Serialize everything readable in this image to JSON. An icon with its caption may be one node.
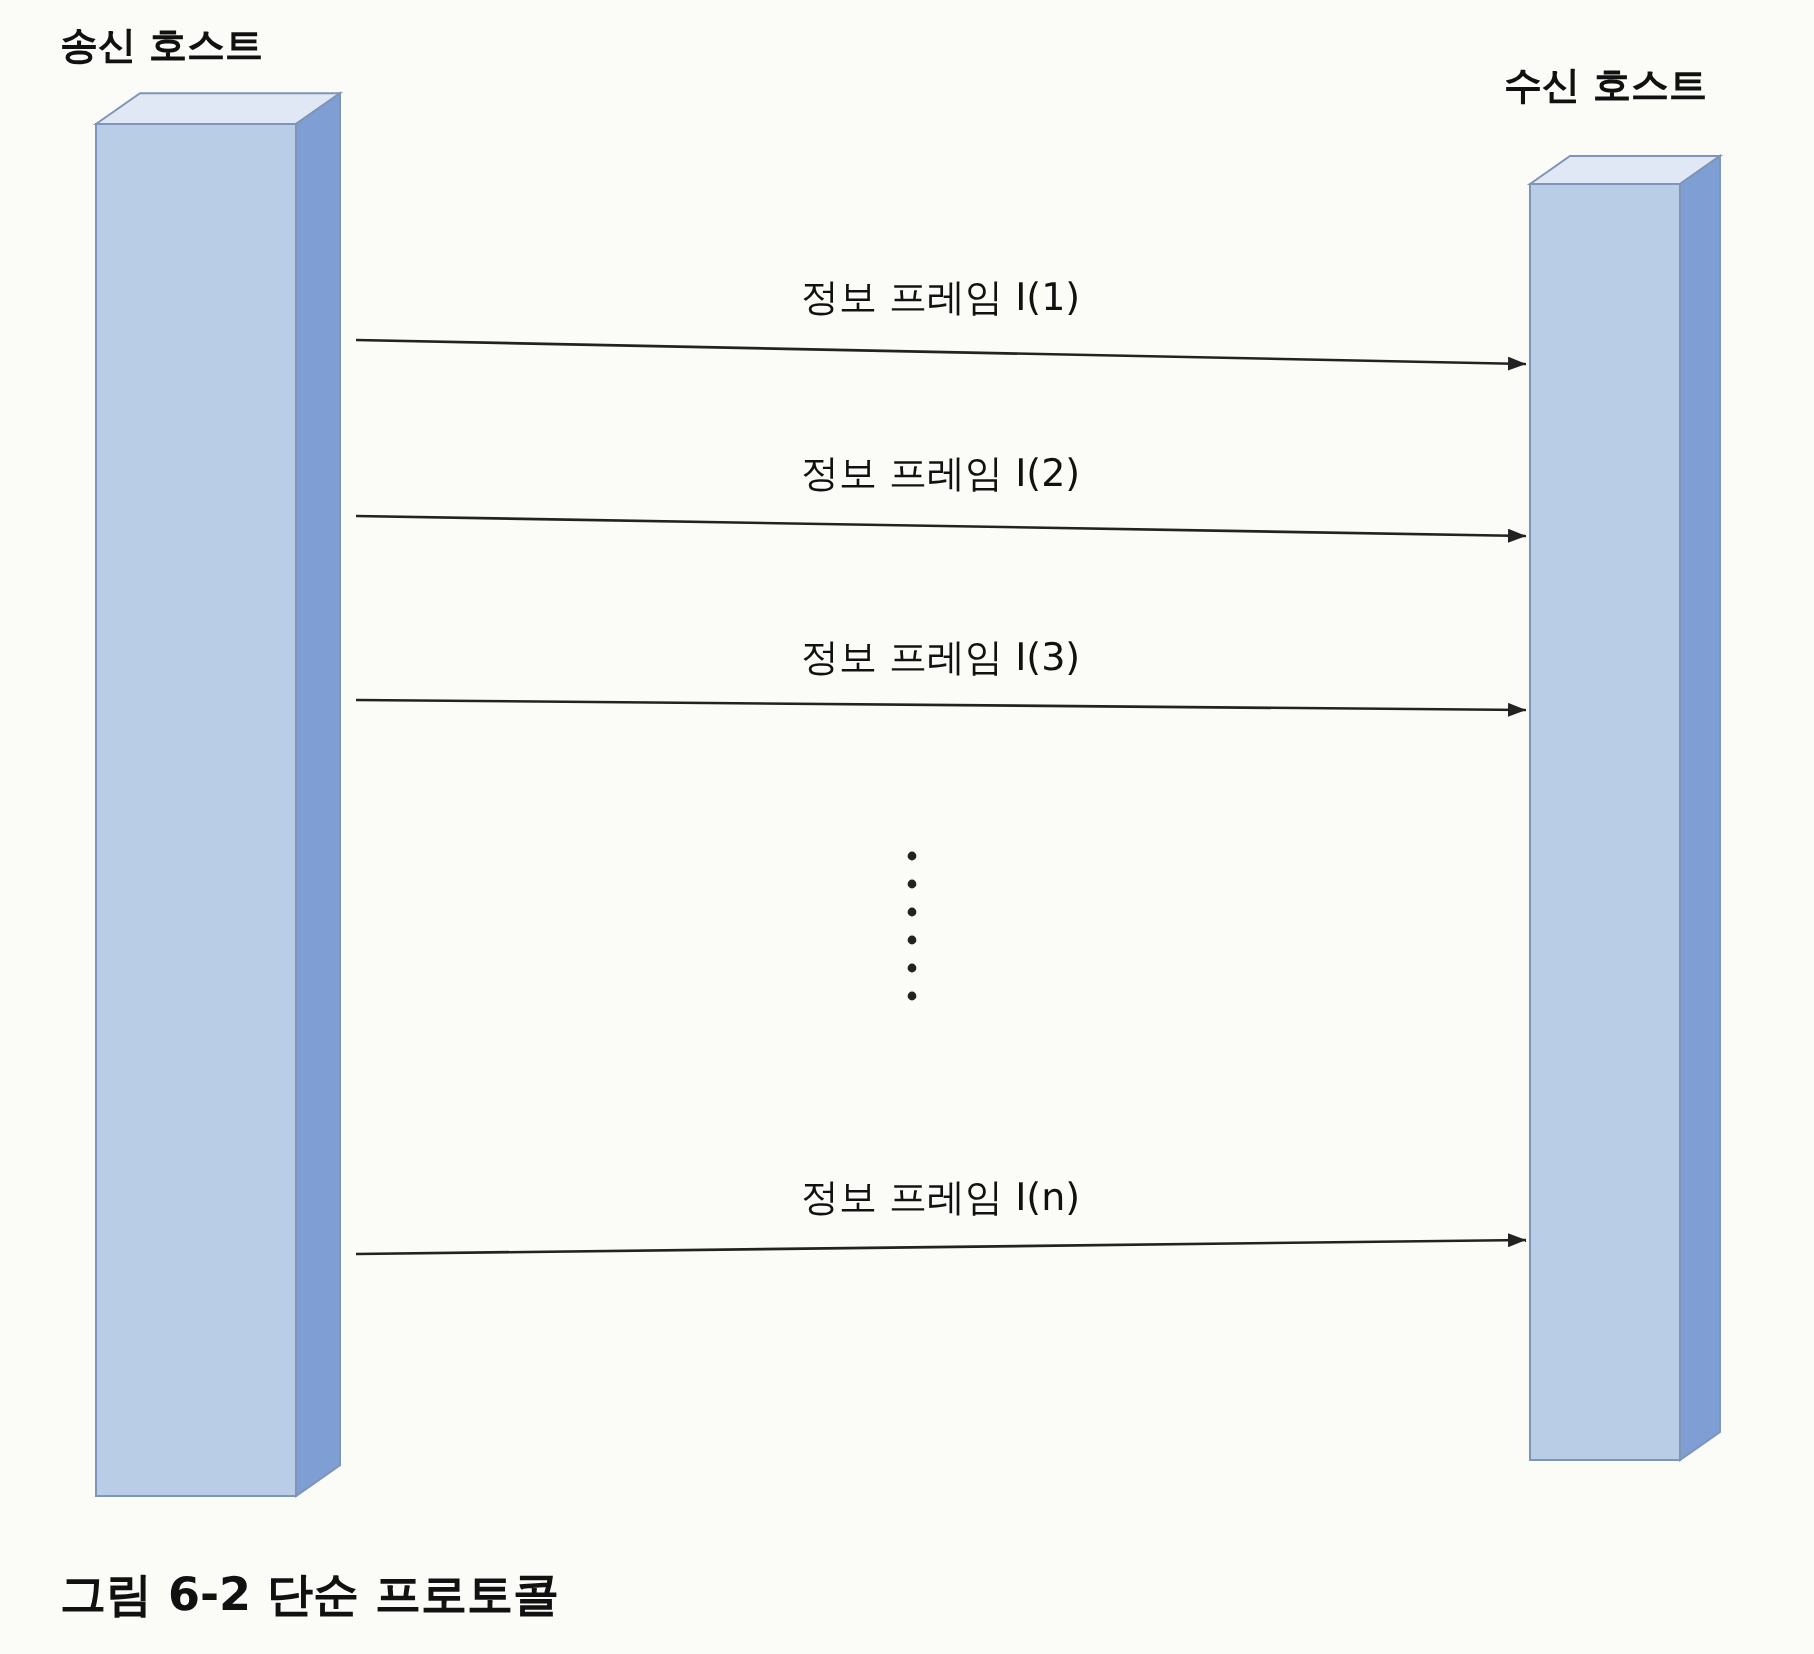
{
  "diagram": {
    "caption": "그림 6-2  단순 프로토콜",
    "nodes": [
      {
        "text": [
          "송신 호스트"
        ]
      },
      {
        "text": [
          "수신 호스트"
        ]
      }
    ],
    "edges": [
      {
        "from": 0,
        "to": 1,
        "arrow": "to",
        "label": "정보 프레임 I(1)"
      },
      {
        "from": 0,
        "to": 1,
        "arrow": "to",
        "label": "정보 프레임 I(2)"
      },
      {
        "from": 0,
        "to": 1,
        "arrow": "to",
        "label": "정보 프레임 I(3)"
      },
      {
        "from": 0,
        "to": 1,
        "arrow": "to",
        "label": "정보 프레임 I(n)"
      }
    ]
  }
}
